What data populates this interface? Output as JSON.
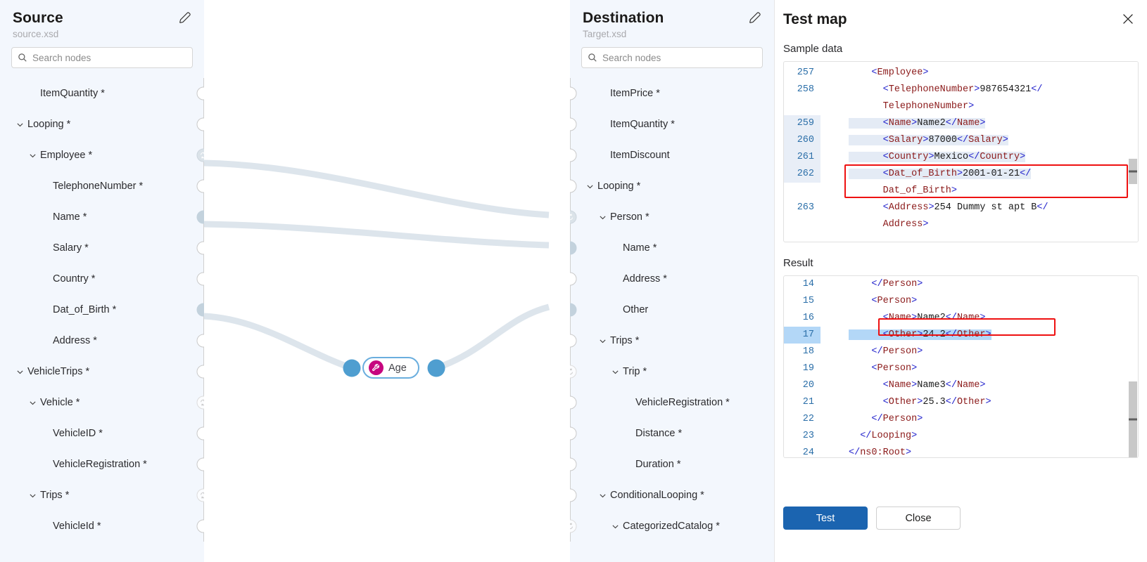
{
  "source_panel": {
    "title": "Source",
    "filename": "source.xsd",
    "edit_icon": "pencil-icon",
    "search": {
      "placeholder": "Search nodes",
      "value": "",
      "icon": "search-icon"
    },
    "nodes": [
      {
        "label": "ItemQuantity *",
        "depth": 1,
        "expandable": false,
        "connector": "empty"
      },
      {
        "label": "Looping *",
        "depth": 0,
        "expandable": true,
        "connector": "empty"
      },
      {
        "label": "Employee *",
        "depth": 1,
        "expandable": true,
        "connector": "loop-connected"
      },
      {
        "label": "TelephoneNumber *",
        "depth": 2,
        "expandable": false,
        "connector": "empty"
      },
      {
        "label": "Name *",
        "depth": 2,
        "expandable": false,
        "connector": "filled"
      },
      {
        "label": "Salary *",
        "depth": 2,
        "expandable": false,
        "connector": "empty"
      },
      {
        "label": "Country *",
        "depth": 2,
        "expandable": false,
        "connector": "empty"
      },
      {
        "label": "Dat_of_Birth *",
        "depth": 2,
        "expandable": false,
        "connector": "filled"
      },
      {
        "label": "Address *",
        "depth": 2,
        "expandable": false,
        "connector": "empty"
      },
      {
        "label": "VehicleTrips *",
        "depth": 0,
        "expandable": true,
        "connector": "empty"
      },
      {
        "label": "Vehicle *",
        "depth": 1,
        "expandable": true,
        "connector": "loop-hollow"
      },
      {
        "label": "VehicleID *",
        "depth": 2,
        "expandable": false,
        "connector": "empty"
      },
      {
        "label": "VehicleRegistration *",
        "depth": 2,
        "expandable": false,
        "connector": "empty"
      },
      {
        "label": "Trips *",
        "depth": 1,
        "expandable": true,
        "connector": "loop-hollow"
      },
      {
        "label": "VehicleId *",
        "depth": 2,
        "expandable": false,
        "connector": "empty"
      }
    ]
  },
  "destination_panel": {
    "title": "Destination",
    "filename": "Target.xsd",
    "edit_icon": "pencil-icon",
    "search": {
      "placeholder": "Search nodes",
      "value": "",
      "icon": "search-icon"
    },
    "nodes": [
      {
        "label": "ItemPrice *",
        "depth": 1,
        "expandable": false,
        "connector": "empty"
      },
      {
        "label": "ItemQuantity *",
        "depth": 1,
        "expandable": false,
        "connector": "empty"
      },
      {
        "label": "ItemDiscount",
        "depth": 1,
        "expandable": false,
        "connector": "empty"
      },
      {
        "label": "Looping *",
        "depth": 0,
        "expandable": true,
        "connector": "empty"
      },
      {
        "label": "Person *",
        "depth": 1,
        "expandable": true,
        "connector": "loop-connected"
      },
      {
        "label": "Name *",
        "depth": 2,
        "expandable": false,
        "connector": "filled"
      },
      {
        "label": "Address *",
        "depth": 2,
        "expandable": false,
        "connector": "empty"
      },
      {
        "label": "Other",
        "depth": 2,
        "expandable": false,
        "connector": "filled"
      },
      {
        "label": "Trips *",
        "depth": 1,
        "expandable": true,
        "connector": "empty"
      },
      {
        "label": "Trip *",
        "depth": 2,
        "expandable": true,
        "connector": "loop-hollow"
      },
      {
        "label": "VehicleRegistration *",
        "depth": 3,
        "expandable": false,
        "connector": "empty"
      },
      {
        "label": "Distance *",
        "depth": 3,
        "expandable": false,
        "connector": "empty"
      },
      {
        "label": "Duration *",
        "depth": 3,
        "expandable": false,
        "connector": "empty"
      },
      {
        "label": "ConditionalLooping *",
        "depth": 1,
        "expandable": true,
        "connector": "empty"
      },
      {
        "label": "CategorizedCatalog *",
        "depth": 2,
        "expandable": true,
        "connector": "loop-hollow"
      }
    ]
  },
  "canvas": {
    "function_node": {
      "label": "Age",
      "icon": "wrench-icon",
      "icon_color": "#c6067f",
      "border_color": "#6aaede",
      "handle_color": "#4f9ed0"
    },
    "connection_color": "#dde5ec"
  },
  "test_map": {
    "title": "Test map",
    "close_icon": "close-icon",
    "sample_data_label": "Sample data",
    "result_label": "Result",
    "sample_lines": [
      {
        "num": "257",
        "indent": 2,
        "tokens": [
          {
            "t": "punct",
            "s": "<"
          },
          {
            "t": "tagname",
            "s": "Employee"
          },
          {
            "t": "punct",
            "s": ">"
          }
        ],
        "highlight": false
      },
      {
        "num": "258",
        "indent": 3,
        "tokens": [
          {
            "t": "punct",
            "s": "<"
          },
          {
            "t": "tagname",
            "s": "TelephoneNumber"
          },
          {
            "t": "punct",
            "s": ">"
          },
          {
            "t": "val",
            "s": "987654321"
          },
          {
            "t": "punct",
            "s": "</"
          }
        ],
        "highlight": false
      },
      {
        "num": "",
        "indent": 3,
        "tokens": [
          {
            "t": "tagname",
            "s": "TelephoneNumber"
          },
          {
            "t": "punct",
            "s": ">"
          }
        ],
        "highlight": false
      },
      {
        "num": "259",
        "indent": 3,
        "tokens": [
          {
            "t": "punct",
            "s": "<"
          },
          {
            "t": "tagname",
            "s": "Name"
          },
          {
            "t": "punct",
            "s": ">"
          },
          {
            "t": "val",
            "s": "Name2"
          },
          {
            "t": "punct",
            "s": "</"
          },
          {
            "t": "tagname",
            "s": "Name"
          },
          {
            "t": "punct",
            "s": ">"
          }
        ],
        "highlight": true
      },
      {
        "num": "260",
        "indent": 3,
        "tokens": [
          {
            "t": "punct",
            "s": "<"
          },
          {
            "t": "tagname",
            "s": "Salary"
          },
          {
            "t": "punct",
            "s": ">"
          },
          {
            "t": "val",
            "s": "87000"
          },
          {
            "t": "punct",
            "s": "</"
          },
          {
            "t": "tagname",
            "s": "Salary"
          },
          {
            "t": "punct",
            "s": ">"
          }
        ],
        "highlight": true
      },
      {
        "num": "261",
        "indent": 3,
        "tokens": [
          {
            "t": "punct",
            "s": "<"
          },
          {
            "t": "tagname",
            "s": "Country"
          },
          {
            "t": "punct",
            "s": ">"
          },
          {
            "t": "val",
            "s": "Mexico"
          },
          {
            "t": "punct",
            "s": "</"
          },
          {
            "t": "tagname",
            "s": "Country"
          },
          {
            "t": "punct",
            "s": ">"
          }
        ],
        "highlight": true
      },
      {
        "num": "262",
        "indent": 3,
        "tokens": [
          {
            "t": "punct",
            "s": "<"
          },
          {
            "t": "tagname",
            "s": "Dat_of_Birth"
          },
          {
            "t": "punct",
            "s": ">"
          },
          {
            "t": "val",
            "s": "2001-01-21"
          },
          {
            "t": "punct",
            "s": "</"
          }
        ],
        "highlight": true
      },
      {
        "num": "",
        "indent": 3,
        "tokens": [
          {
            "t": "tagname",
            "s": "Dat_of_Birth"
          },
          {
            "t": "punct",
            "s": ">"
          }
        ],
        "highlight": false
      },
      {
        "num": "263",
        "indent": 3,
        "tokens": [
          {
            "t": "punct",
            "s": "<"
          },
          {
            "t": "tagname",
            "s": "Address"
          },
          {
            "t": "punct",
            "s": ">"
          },
          {
            "t": "val",
            "s": "254 Dummy st apt B"
          },
          {
            "t": "punct",
            "s": "</"
          }
        ],
        "highlight": false
      },
      {
        "num": "",
        "indent": 3,
        "tokens": [
          {
            "t": "tagname",
            "s": "Address"
          },
          {
            "t": "punct",
            "s": ">"
          }
        ],
        "highlight": false
      }
    ],
    "result_lines": [
      {
        "num": "14",
        "indent": 2,
        "tokens": [
          {
            "t": "punct",
            "s": "</"
          },
          {
            "t": "tagname",
            "s": "Person"
          },
          {
            "t": "punct",
            "s": ">"
          }
        ],
        "select": false
      },
      {
        "num": "15",
        "indent": 2,
        "tokens": [
          {
            "t": "punct",
            "s": "<"
          },
          {
            "t": "tagname",
            "s": "Person"
          },
          {
            "t": "punct",
            "s": ">"
          }
        ],
        "select": false
      },
      {
        "num": "16",
        "indent": 3,
        "tokens": [
          {
            "t": "punct",
            "s": "<"
          },
          {
            "t": "tagname",
            "s": "Name"
          },
          {
            "t": "punct",
            "s": ">"
          },
          {
            "t": "val",
            "s": "Name2"
          },
          {
            "t": "punct",
            "s": "</"
          },
          {
            "t": "tagname",
            "s": "Name"
          },
          {
            "t": "punct",
            "s": ">"
          }
        ],
        "select": false
      },
      {
        "num": "17",
        "indent": 3,
        "tokens": [
          {
            "t": "punct",
            "s": "<"
          },
          {
            "t": "tagname",
            "s": "Other"
          },
          {
            "t": "punct",
            "s": ">"
          },
          {
            "t": "val",
            "s": "24.2"
          },
          {
            "t": "punct",
            "s": "</"
          },
          {
            "t": "tagname",
            "s": "Other"
          },
          {
            "t": "punct",
            "s": ">"
          }
        ],
        "select": true
      },
      {
        "num": "18",
        "indent": 2,
        "tokens": [
          {
            "t": "punct",
            "s": "</"
          },
          {
            "t": "tagname",
            "s": "Person"
          },
          {
            "t": "punct",
            "s": ">"
          }
        ],
        "select": false
      },
      {
        "num": "19",
        "indent": 2,
        "tokens": [
          {
            "t": "punct",
            "s": "<"
          },
          {
            "t": "tagname",
            "s": "Person"
          },
          {
            "t": "punct",
            "s": ">"
          }
        ],
        "select": false
      },
      {
        "num": "20",
        "indent": 3,
        "tokens": [
          {
            "t": "punct",
            "s": "<"
          },
          {
            "t": "tagname",
            "s": "Name"
          },
          {
            "t": "punct",
            "s": ">"
          },
          {
            "t": "val",
            "s": "Name3"
          },
          {
            "t": "punct",
            "s": "</"
          },
          {
            "t": "tagname",
            "s": "Name"
          },
          {
            "t": "punct",
            "s": ">"
          }
        ],
        "select": false
      },
      {
        "num": "21",
        "indent": 3,
        "tokens": [
          {
            "t": "punct",
            "s": "<"
          },
          {
            "t": "tagname",
            "s": "Other"
          },
          {
            "t": "punct",
            "s": ">"
          },
          {
            "t": "val",
            "s": "25.3"
          },
          {
            "t": "punct",
            "s": "</"
          },
          {
            "t": "tagname",
            "s": "Other"
          },
          {
            "t": "punct",
            "s": ">"
          }
        ],
        "select": false
      },
      {
        "num": "22",
        "indent": 2,
        "tokens": [
          {
            "t": "punct",
            "s": "</"
          },
          {
            "t": "tagname",
            "s": "Person"
          },
          {
            "t": "punct",
            "s": ">"
          }
        ],
        "select": false
      },
      {
        "num": "23",
        "indent": 1,
        "tokens": [
          {
            "t": "punct",
            "s": "</"
          },
          {
            "t": "tagname",
            "s": "Looping"
          },
          {
            "t": "punct",
            "s": ">"
          }
        ],
        "select": false
      },
      {
        "num": "24",
        "indent": 0,
        "tokens": [
          {
            "t": "punct",
            "s": "</"
          },
          {
            "t": "tagname",
            "s": "ns0:Root"
          },
          {
            "t": "punct",
            "s": ">"
          }
        ],
        "select": false
      }
    ],
    "test_button": "Test",
    "close_button": "Close",
    "primary_color": "#1b64b0"
  }
}
